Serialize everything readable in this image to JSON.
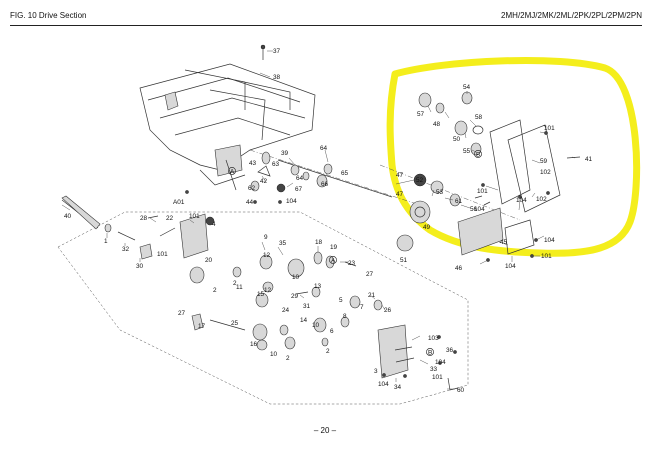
{
  "header": {
    "left": "FIG. 10  Drive Section",
    "right": "2MH/2MJ/2MK/2ML/2PK/2PL/2PM/2PN"
  },
  "footer": {
    "page": "– 20 –"
  },
  "colors": {
    "highlight": "#f4ee1c",
    "ink": "#222222"
  },
  "labels": {
    "l37": "37",
    "l38": "38",
    "l40": "40",
    "l1": "1",
    "l32": "32",
    "l30": "30",
    "l28": "28",
    "l22": "22",
    "l101a": "101",
    "l4": "4",
    "lA01": "A01",
    "l101b": "101",
    "l9": "9",
    "l35": "35",
    "l18": "18",
    "l19": "19",
    "l12a": "12",
    "l10a": "10",
    "l23": "23",
    "l2a": "2",
    "l11": "11",
    "l20": "20",
    "l2b": "2",
    "l29": "29",
    "l13": "13",
    "l27a": "27",
    "l15": "15",
    "l12b": "12",
    "l31": "31",
    "l5": "5",
    "l7": "7",
    "l21": "21",
    "l26": "26",
    "l27b": "27",
    "l17": "17",
    "l25": "25",
    "l24": "24",
    "l14": "14",
    "l10b": "10",
    "l6": "6",
    "l8": "8",
    "l16": "16",
    "l10c": "10",
    "l2c": "2",
    "l2d": "2",
    "l103": "103",
    "l36": "36",
    "l104a": "104",
    "l33": "33",
    "l3": "3",
    "l101c": "101",
    "l104b": "104",
    "l34": "34",
    "l60": "60",
    "l43": "43",
    "l63": "63",
    "l39": "39",
    "l64a": "64",
    "l65": "65",
    "l42": "42",
    "l64b": "64",
    "l66": "66",
    "l62": "62",
    "l67": "67",
    "l104c": "104",
    "l44": "44",
    "l47a": "47",
    "l47b": "47",
    "l52": "52",
    "l53": "53",
    "l49": "49",
    "l61": "61",
    "l56": "56",
    "l51": "51",
    "l54": "54",
    "l57": "57",
    "l48": "48",
    "l58": "58",
    "l50": "50",
    "l101d": "101",
    "l55": "55",
    "l59": "59",
    "l41": "41",
    "l102a": "102",
    "l101e": "101",
    "l104d": "104",
    "l102b": "102",
    "l104e": "104",
    "l45": "45",
    "l46": "46",
    "l104f": "104",
    "l101f": "101",
    "l104g": "104",
    "lA": "A",
    "lB": "B",
    "lA2": "A",
    "lB2": "B"
  }
}
